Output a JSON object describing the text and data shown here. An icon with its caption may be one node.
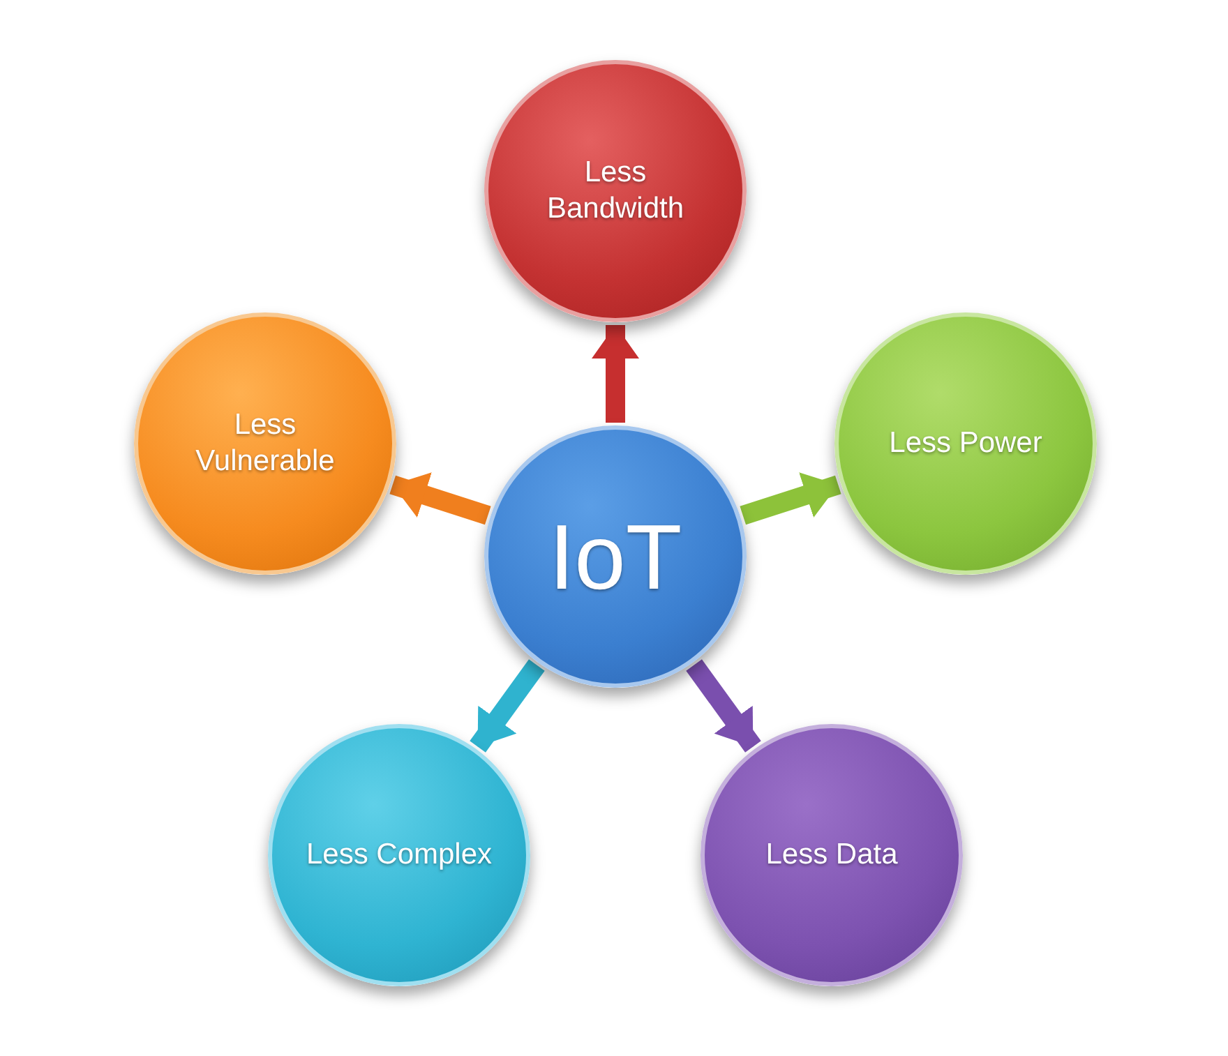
{
  "diagram": {
    "nodes": [
      {
        "text": [
          "Less Bandwidth"
        ]
      },
      {
        "text": [
          "Less Vulnerable"
        ]
      },
      {
        "text": [
          "Less Power"
        ]
      },
      {
        "text": [
          "IoT"
        ]
      },
      {
        "text": [
          "Less Complex"
        ]
      },
      {
        "text": [
          "Less Data"
        ]
      }
    ],
    "edges": [
      {
        "from": 3,
        "to": 0,
        "arrow": "to",
        "color": "#c62f2f"
      },
      {
        "from": 3,
        "to": 1,
        "arrow": "to",
        "color": "#f07f1e"
      },
      {
        "from": 3,
        "to": 2,
        "arrow": "to",
        "color": "#8dc23a"
      },
      {
        "from": 3,
        "to": 4,
        "arrow": "to",
        "color": "#2fb3cf"
      },
      {
        "from": 3,
        "to": 5,
        "arrow": "to",
        "color": "#7a4fae"
      }
    ]
  }
}
